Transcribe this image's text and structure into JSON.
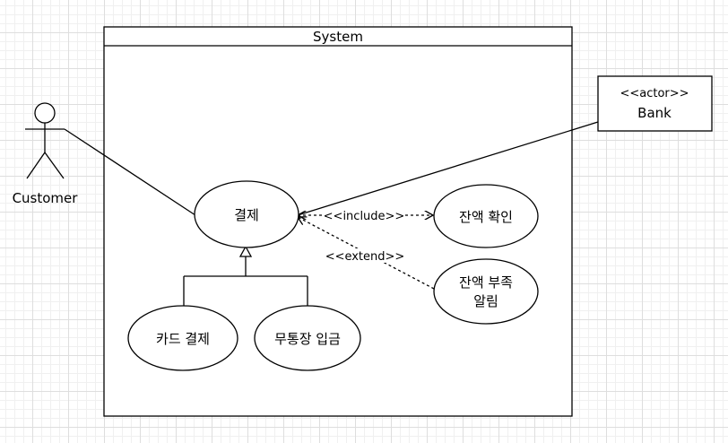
{
  "system": {
    "title": "System"
  },
  "actors": {
    "customer": {
      "label": "Customer"
    },
    "bank": {
      "stereotype": "<<actor>>",
      "label": "Bank"
    }
  },
  "use_cases": {
    "payment": {
      "label": "결제"
    },
    "balance_check": {
      "label": "잔액 확인"
    },
    "low_balance_notice": {
      "line1": "잔액 부족",
      "line2": "알림"
    },
    "card_payment": {
      "label": "카드 결제"
    },
    "bank_transfer": {
      "label": "무통장 입금"
    }
  },
  "relations": {
    "include": {
      "label": "<<include>>"
    },
    "extend": {
      "label": "<<extend>>"
    }
  }
}
